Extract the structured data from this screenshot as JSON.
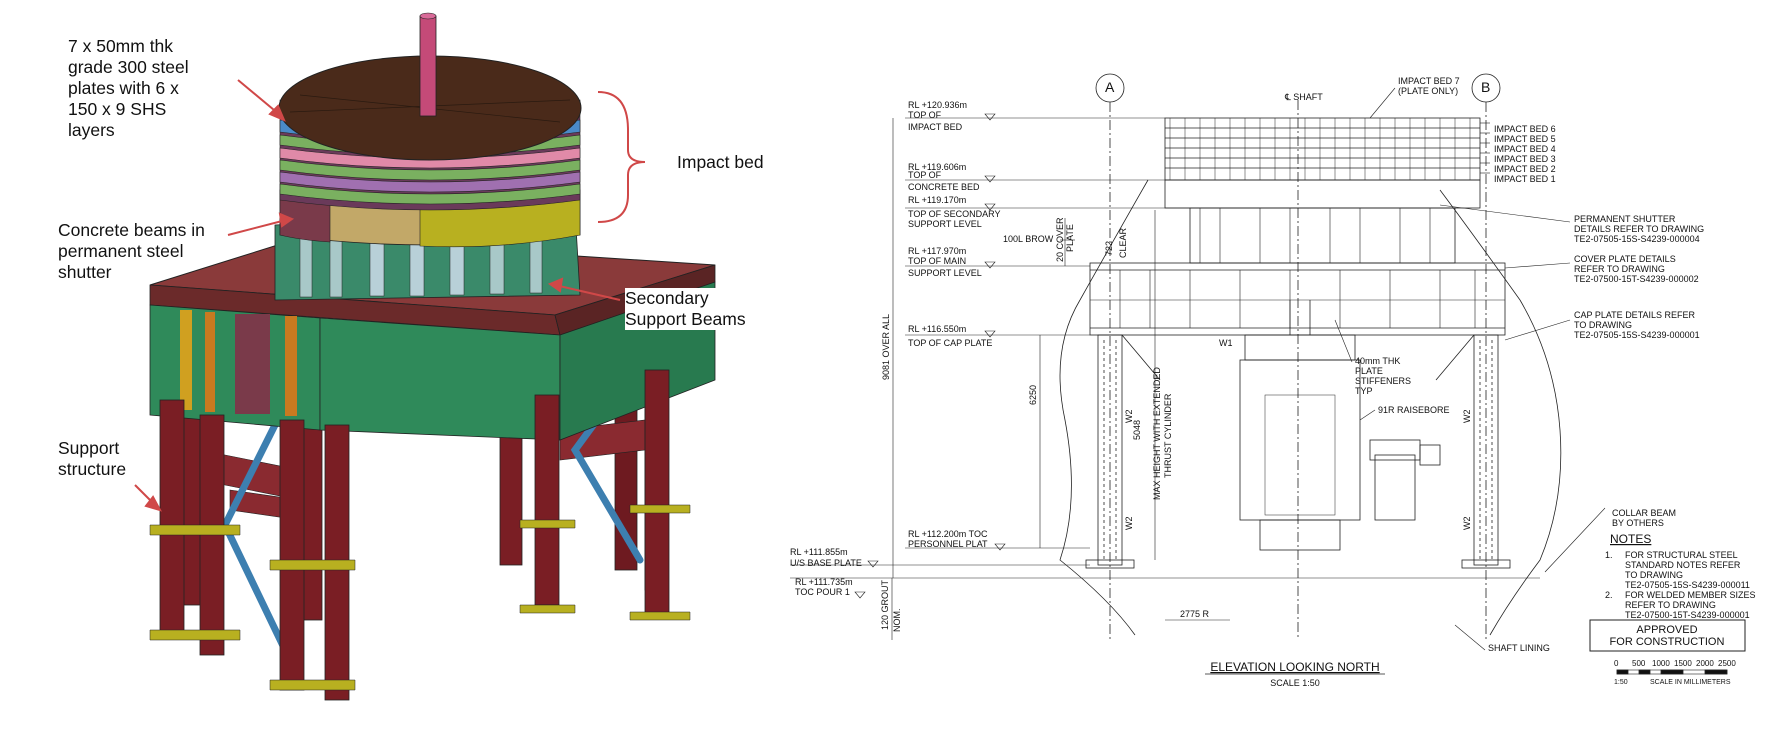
{
  "model_callouts": {
    "plates": "7 x 50mm thk\ngrade 300 steel\nplates with 6 x\n150 x 9 SHS\nlayers",
    "impact_bed": "Impact bed",
    "concrete_beams": "Concrete beams in\npermanent steel\nshutter",
    "secondary_support": "Secondary\nSupport Beams",
    "support_structure": "Support\nstructure"
  },
  "elevation": {
    "grid_a": "A",
    "grid_b": "B",
    "shaft": "℄ SHAFT",
    "impact_bed_7": "IMPACT BED 7",
    "plate_only": "(PLATE ONLY)",
    "impact_beds": [
      "IMPACT BED 6",
      "IMPACT BED 5",
      "IMPACT BED 4",
      "IMPACT BED 3",
      "IMPACT BED 2",
      "IMPACT BED 1"
    ],
    "levels": [
      {
        "rl": "RL +120.936m",
        "line1": "TOP OF",
        "line2": "IMPACT BED"
      },
      {
        "rl": "RL +119.606m",
        "line1": "TOP OF",
        "line2": "CONCRETE BED"
      },
      {
        "rl": "RL +119.170m",
        "line1": "TOP OF SECONDARY",
        "line2": "SUPPORT LEVEL"
      },
      {
        "rl": "RL +117.970m",
        "line1": "TOP OF MAIN",
        "line2": "SUPPORT LEVEL"
      },
      {
        "rl": "RL +116.550m",
        "line1": "TOP OF CAP PLATE",
        "line2": ""
      },
      {
        "rl": "RL +112.200m TOC",
        "line1": "PERSONNEL PLAT",
        "line2": ""
      },
      {
        "rl": "RL +111.855m",
        "line1": "U/S BASE PLATE",
        "line2": ""
      },
      {
        "rl": "RL +111.735m",
        "line1": "TOC POUR 1",
        "line2": ""
      }
    ],
    "dims": {
      "overall": "9081 OVER ALL",
      "height_6250": "6250",
      "grout": "120 GROUT",
      "nom": "NOM.",
      "brow": "100L BROW",
      "cover_plate": "20 COVER",
      "cover_plate2": "PLATE",
      "clear_722": "722",
      "clear": "CLEAR",
      "max_height_5048": "5048",
      "max_height": "MAX HEIGHT WITH EXTENDED",
      "thrust": "THRUST CYLINDER",
      "radius": "2775 R"
    },
    "members": {
      "w1": "W1",
      "w2": "W2",
      "stiffeners": [
        "40mm THK",
        "PLATE",
        "STIFFENERS",
        "TYP"
      ],
      "raisebore": "91R RAISEBORE"
    },
    "notes_right": [
      [
        "PERMANENT SHUTTER",
        "DETAILS REFER TO DRAWING",
        "TE2-07505-15S-S4239-000004"
      ],
      [
        "COVER PLATE DETAILS",
        "REFER TO DRAWING",
        "TE2-07500-15T-S4239-000002"
      ],
      [
        "CAP PLATE DETAILS REFER",
        "TO DRAWING",
        "TE2-07505-15S-S4239-000001"
      ],
      [
        "COLLAR BEAM",
        "BY OTHERS"
      ]
    ],
    "notes_title": "NOTES",
    "notes": [
      {
        "num": "1.",
        "lines": [
          "FOR STRUCTURAL STEEL",
          "STANDARD NOTES REFER",
          "TO DRAWING",
          "TE2-07505-15S-S4239-000011"
        ]
      },
      {
        "num": "2.",
        "lines": [
          "FOR WELDED MEMBER SIZES",
          "REFER TO DRAWING",
          "TE2-07500-15T-S4239-000001"
        ]
      }
    ],
    "stamp": [
      "APPROVED",
      "FOR CONSTRUCTION"
    ],
    "shaft_lining": "SHAFT LINING",
    "title": "ELEVATION LOOKING NORTH",
    "scale": "SCALE 1:50",
    "scale_bar": {
      "ticks": [
        "0",
        "500",
        "1000",
        "1500",
        "2000",
        "2500"
      ],
      "ratio": "1:50",
      "units": "SCALE IN MILLIMETERS"
    }
  },
  "colors": {
    "model_top": "#4a2a1a",
    "deck": "#8a3a3a",
    "green": "#2f8a5a",
    "maroon": "#7a1e24",
    "yellow": "#b8b020",
    "blue_brace": "#3d7fb0",
    "shaft": "#c44a78",
    "arrow": "#d04848"
  }
}
